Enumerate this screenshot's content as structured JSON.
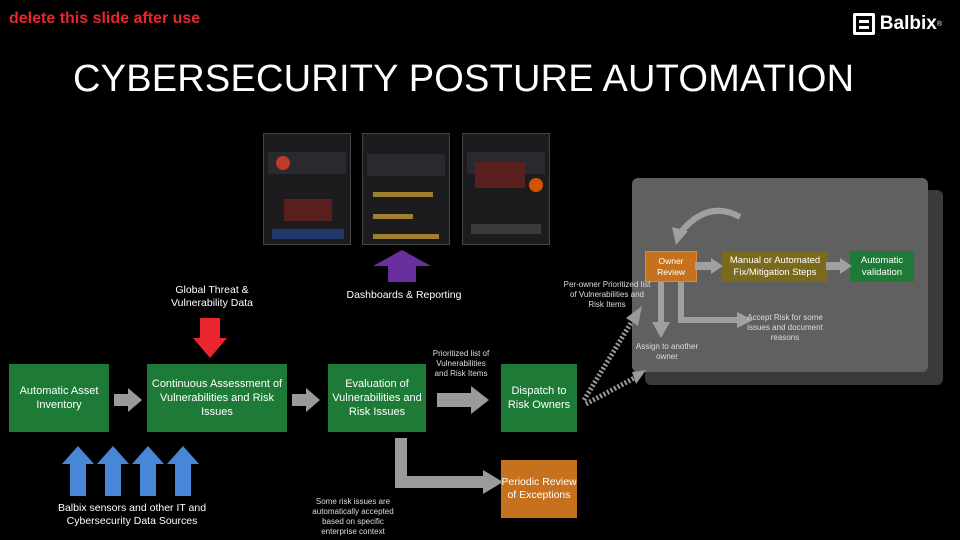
{
  "slide_note": "delete this slide after use",
  "brand": {
    "name": "Balbix",
    "mark": "®"
  },
  "title": "CYBERSECURITY POSTURE AUTOMATION",
  "nodes": {
    "global_threat": "Global Threat & Vulnerability Data",
    "dashboards": "Dashboards & Reporting",
    "asset_inventory": "Automatic Asset Inventory",
    "continuous_assessment": "Continuous Assessment of Vulnerabilities and Risk Issues",
    "evaluation": "Evaluation of Vulnerabilities and Risk Issues",
    "dispatch": "Dispatch to Risk Owners",
    "periodic_review": "Periodic Review of Exceptions",
    "sensors": "Balbix sensors and other IT and Cybersecurity Data Sources",
    "owner_review": "Owner Review",
    "fix_steps": "Manual or Automated Fix/Mitigation Steps",
    "auto_validation": "Automatic validation"
  },
  "annotations": {
    "per_owner": "Per-owner Prioritized list of Vulnerabilities and Risk Items",
    "prioritized": "Prioritized list of Vulnerabilities and Risk Items",
    "accept_risk": "Accept Risk for some issues and document reasons",
    "assign_owner": "Assign to another owner",
    "auto_accepted": "Some risk issues are automatically accepted based on specific enterprise context"
  },
  "colors": {
    "green": "#1e7a37",
    "orange": "#c6711e",
    "olive": "#7a6a1e",
    "purple": "#6a2f9e",
    "red": "#e8262b",
    "blue": "#4a86d8",
    "gray_arrow": "#9a9a9a"
  },
  "icons": [
    "balbix-logo-icon",
    "purple-up-arrow-icon",
    "red-down-arrow-icon",
    "blue-up-arrow-icon",
    "gray-right-arrow-icon",
    "dotted-arrow-icon",
    "curved-arrow-icon"
  ]
}
